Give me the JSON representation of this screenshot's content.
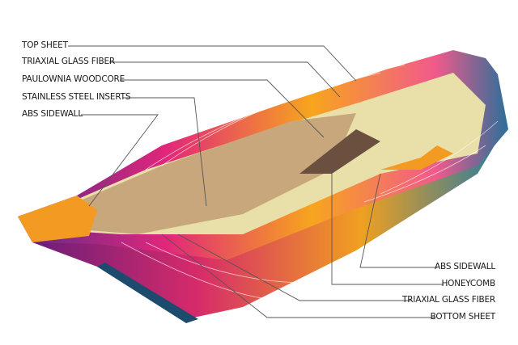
{
  "left_labels": [
    "TOP SHEET",
    "TRIAXIAL GLASS FIBER",
    "PAULOWNIA WOODCORE",
    "STAINLESS STEEL INSERTS",
    "ABS SIDEWALL"
  ],
  "right_labels": [
    "ABS SIDEWALL",
    "HONEYCOMB",
    "TRIAXIAL GLASS FIBER",
    "BOTTOM SHEET"
  ],
  "colors": {
    "wood": "#c9a77c",
    "glass": "#e8e0a8",
    "tip": "#f39a22",
    "line": "#555555"
  }
}
